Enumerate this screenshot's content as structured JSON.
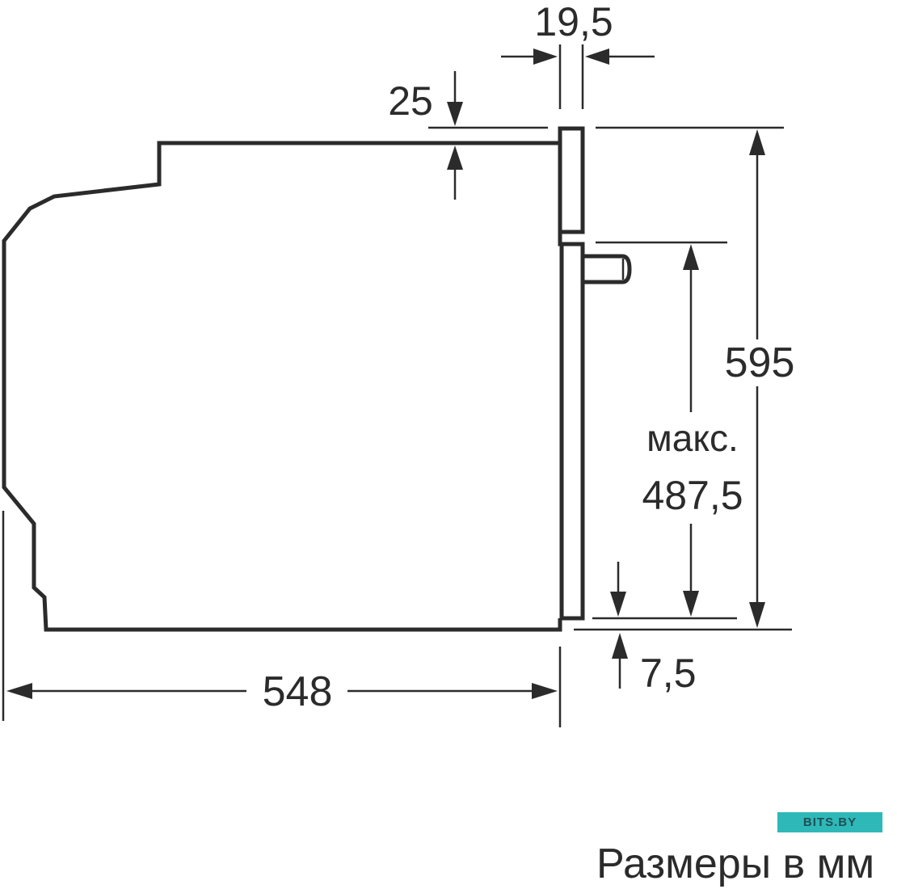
{
  "dimensions": {
    "door_thickness": "19,5",
    "top_offset": "25",
    "total_height": "595",
    "max_label": "макс.",
    "max_height": "487,5",
    "bottom_offset": "7,5",
    "depth": "548"
  },
  "caption": "Размеры в мм",
  "watermark": "BITS.BY",
  "colors": {
    "line": "#2b2b2b",
    "watermark": "#2fb8b8"
  }
}
